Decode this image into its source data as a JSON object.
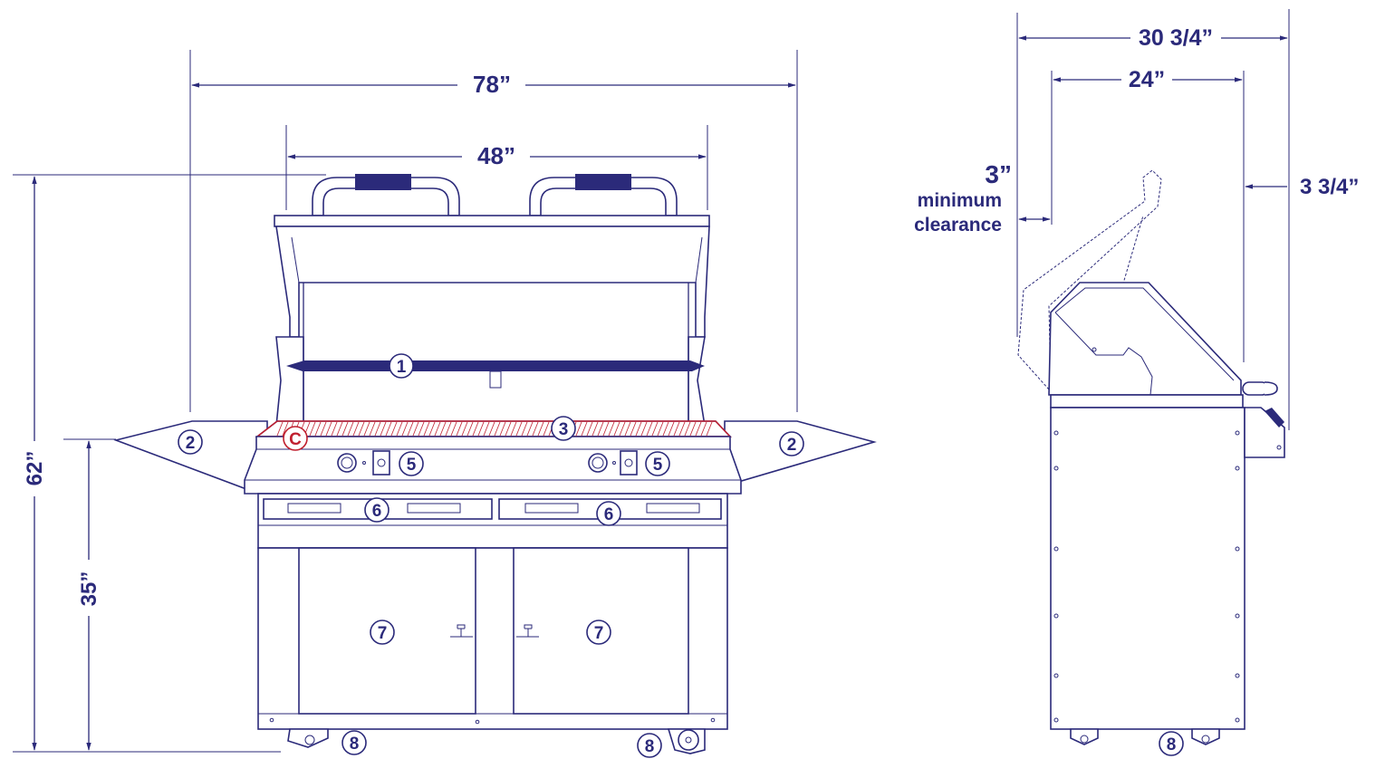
{
  "colors": {
    "ink": "#2b2a7a",
    "highlight": "#c01f2e",
    "background": "#ffffff"
  },
  "front_view": {
    "width_total": "78”",
    "width_hood": "48”",
    "height_total": "62”",
    "height_counter": "35”",
    "callouts": {
      "warming_rack": "1",
      "side_shelf_left": "2",
      "side_shelf_right": "2",
      "cooking_grate": "3",
      "corner_marker": "C",
      "control_knob_left": "5",
      "control_knob_right": "5",
      "drawer_left": "6",
      "drawer_right": "6",
      "door_left": "7",
      "door_right": "7",
      "caster_left": "8",
      "caster_right": "8"
    }
  },
  "side_view": {
    "depth_total": "30 3/4”",
    "depth_body": "24”",
    "front_overhang": "3 3/4”",
    "clearance_value": "3”",
    "clearance_line1": "minimum",
    "clearance_line2": "clearance",
    "callouts": {
      "caster": "8"
    }
  }
}
